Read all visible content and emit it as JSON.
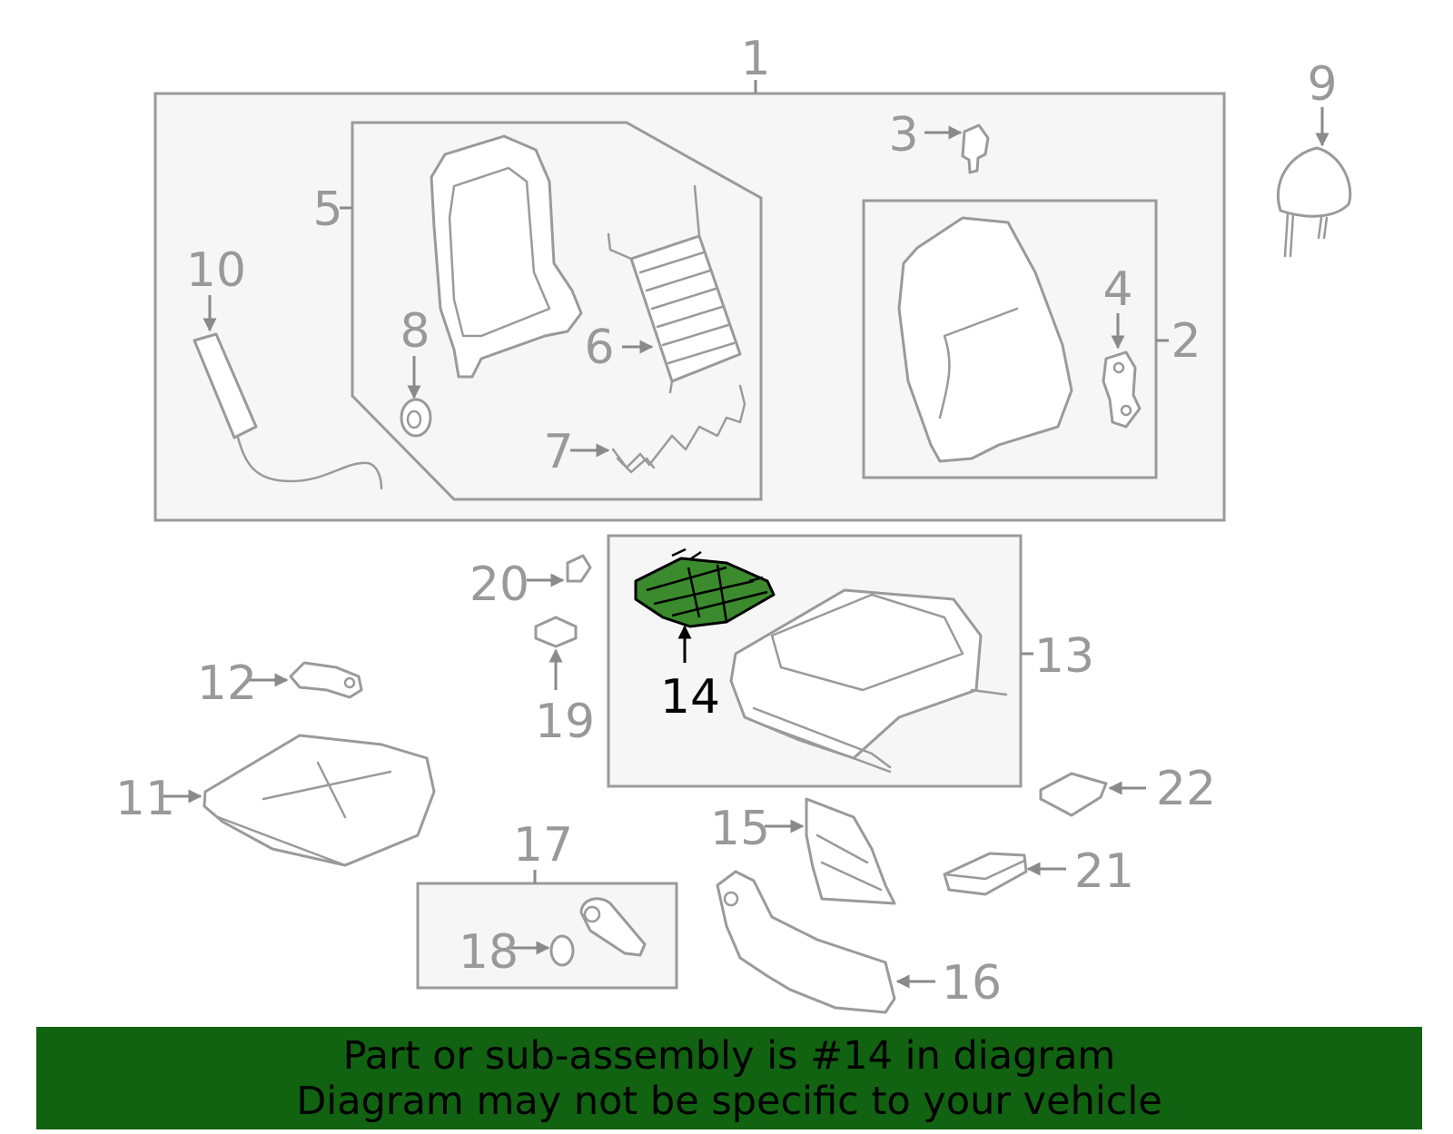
{
  "diagram": {
    "callouts": [
      {
        "id": "1",
        "text": "1"
      },
      {
        "id": "2",
        "text": "2"
      },
      {
        "id": "3",
        "text": "3"
      },
      {
        "id": "4",
        "text": "4"
      },
      {
        "id": "5",
        "text": "5"
      },
      {
        "id": "6",
        "text": "6"
      },
      {
        "id": "7",
        "text": "7"
      },
      {
        "id": "8",
        "text": "8"
      },
      {
        "id": "9",
        "text": "9"
      },
      {
        "id": "10",
        "text": "10"
      },
      {
        "id": "11",
        "text": "11"
      },
      {
        "id": "12",
        "text": "12"
      },
      {
        "id": "13",
        "text": "13"
      },
      {
        "id": "14",
        "text": "14"
      },
      {
        "id": "15",
        "text": "15"
      },
      {
        "id": "16",
        "text": "16"
      },
      {
        "id": "17",
        "text": "17"
      },
      {
        "id": "18",
        "text": "18"
      },
      {
        "id": "19",
        "text": "19"
      },
      {
        "id": "20",
        "text": "20"
      },
      {
        "id": "21",
        "text": "21"
      },
      {
        "id": "22",
        "text": "22"
      }
    ],
    "highlighted_part": "14",
    "highlight_color": "#3b8a2e",
    "line_color": "#9a9a9a"
  },
  "banner": {
    "line1": "Part or sub-assembly is #14 in diagram",
    "line2": "Diagram may not be specific to your vehicle",
    "background": "#116211"
  }
}
